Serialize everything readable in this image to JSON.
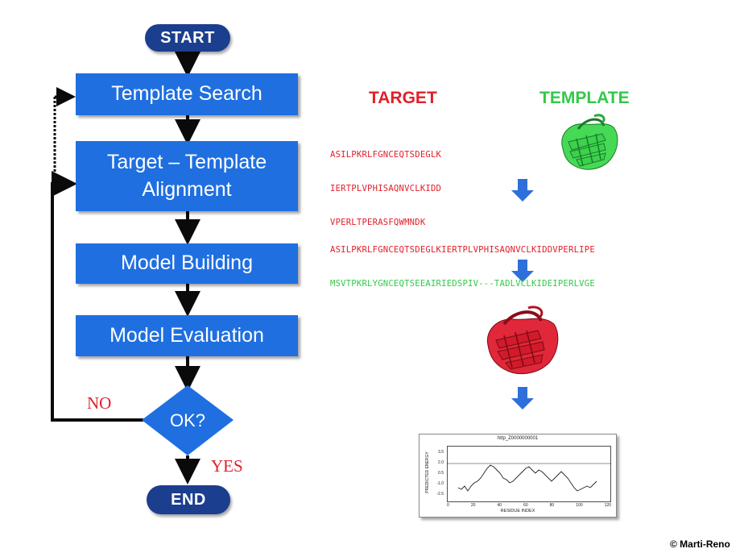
{
  "flowchart": {
    "start_label": "START",
    "end_label": "END",
    "steps": [
      "Template Search",
      "Target – Template",
      "Alignment",
      "Model Building",
      "Model Evaluation"
    ],
    "decision_label": "OK?",
    "no_label": "NO",
    "yes_label": "YES"
  },
  "workflow": {
    "target_heading": "TARGET",
    "template_heading": "TEMPLATE",
    "target_sequence_lines": [
      "ASILPKRLFGNCEQTSDEGLK",
      "IERTPLVPHISAQNVCLKIDD",
      "VPERLTPERASFQWMNDK"
    ],
    "alignment_target": "ASILPKRLFGNCEQTSDEGLKIERTPLVPHISAQNVCLKIDDVPERLIPE",
    "alignment_template": "MSVTPKRLYGNCEQTSEEAIRIEDSPIV---TADLVCLKIDEIPERLVGE",
    "plot_title": "http_Z0000000001",
    "plot_xlabel": "RESIDUE INDEX",
    "plot_ylabel": "PREDICTED ENERGY",
    "plot_yticks": [
      "3.5",
      "2.0",
      "0.5",
      "-1.0",
      "-2.5"
    ],
    "plot_xticks": [
      "0",
      "20",
      "40",
      "60",
      "80",
      "100",
      "120"
    ]
  },
  "copyright": "© Marti-Reno",
  "colors": {
    "step_fill": "#1f6fe0",
    "terminal_fill": "#1b3e8e",
    "target_red": "#e0202a",
    "template_green": "#33c94a",
    "arrow_blue": "#2f6fdc"
  }
}
